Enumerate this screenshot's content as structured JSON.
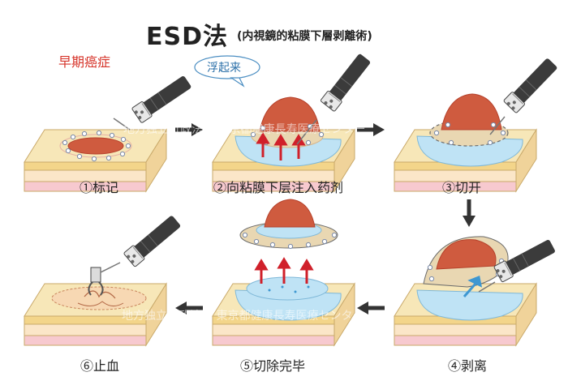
{
  "title": {
    "main": "ESD法",
    "sub": "(内視鏡的粘膜下層剥離術)"
  },
  "annotations": {
    "early_cancer": "早期癌症",
    "lift_up": "浮起来"
  },
  "steps": [
    {
      "label": "①标记"
    },
    {
      "label": "②向粘膜下层注入药剂"
    },
    {
      "label": "③切开"
    },
    {
      "label": "④剥离"
    },
    {
      "label": "⑤切除完毕"
    },
    {
      "label": "⑥止血"
    }
  ],
  "watermarks": [
    "地方独立行政法人  東京都健康長寿医療センター",
    "地方独立行政法人  東京都健康長寿医療センター"
  ],
  "colors": {
    "mucosa_top": "#f7e7b8",
    "mucosa_layer": "#f3d58a",
    "tissue": "#fbe6c8",
    "pink": "#f7c9cf",
    "tumor": "#cf5b3f",
    "injection": "#bfe3f5",
    "arrow_blue": "#3e97d1",
    "arrow_red": "#d0202a",
    "flow_arrow": "#333333",
    "instrument_dark": "#3b3b3b"
  }
}
